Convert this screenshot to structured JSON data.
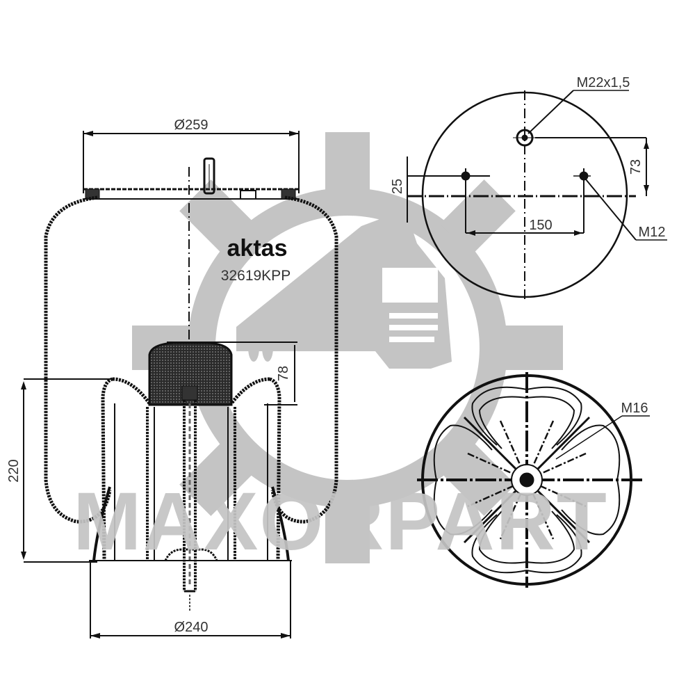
{
  "drawing": {
    "type": "technical drawing",
    "subject": "air spring / bellows",
    "brand": "aktas",
    "part_number": "32619KPP",
    "watermark": {
      "text": "MAXORPART",
      "logo": "gear-with-truck",
      "color": "#c4c4c4"
    },
    "line_color": "#111111",
    "dimensions": {
      "top_diameter": "Ø259",
      "bottom_diameter": "Ø240",
      "height_220": "220",
      "height_78": "78"
    },
    "top_view": {
      "thread_center": "M22x1,5",
      "bolt_thread": "M12",
      "bolt_spacing": "150",
      "offset_25": "25",
      "offset_73": "73"
    },
    "bottom_view": {
      "center_thread": "M16"
    }
  }
}
